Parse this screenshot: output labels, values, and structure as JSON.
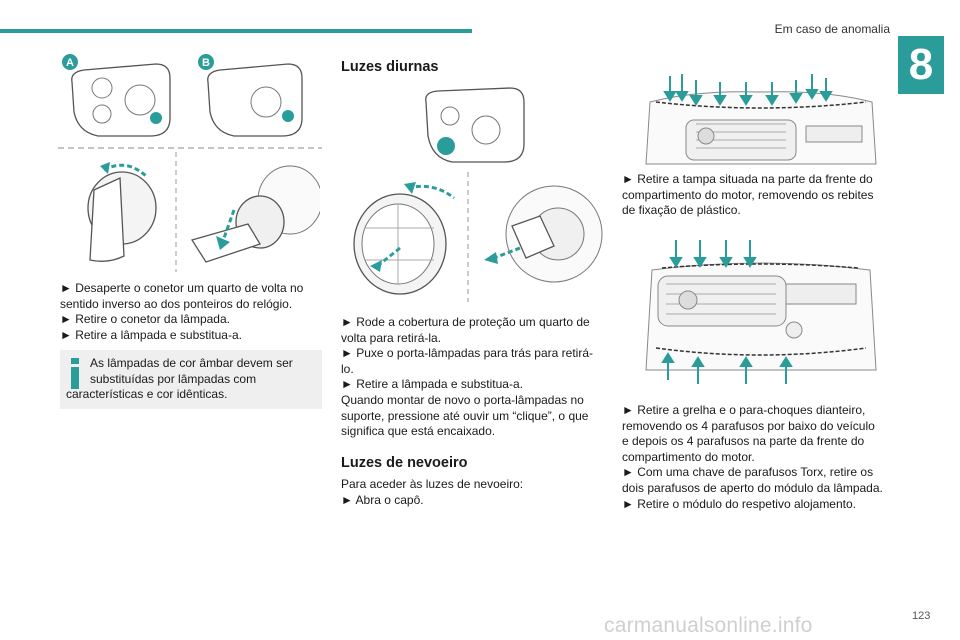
{
  "header": {
    "section_title": "Em caso de anomalia",
    "chapter_number": "8"
  },
  "col1": {
    "label_a": "A",
    "label_b": "B",
    "steps": [
      "► Desaperte o conetor um quarto de volta no sentido inverso ao dos ponteiros do relógio.",
      "► Retire o conetor da lâmpada.",
      "► Retire a lâmpada e substitua-a."
    ],
    "note_line1": "As lâmpadas de cor âmbar devem ser",
    "note_line2": "substituídas por lâmpadas com",
    "note_line3": "características e cor idênticas."
  },
  "col2": {
    "heading_day": "Luzes diurnas",
    "steps": [
      "► Rode a cobertura de proteção um quarto de volta para retirá-la.",
      "► Puxe o porta-lâmpadas para trás para retirá-lo.",
      "► Retire a lâmpada e substitua-a.",
      "Quando montar de novo o porta-lâmpadas no suporte, pressione até ouvir um “clique”, o que significa que está encaixado."
    ],
    "heading_fog": "Luzes de nevoeiro",
    "fog_intro": "Para aceder às luzes de nevoeiro:",
    "fog_step": "► Abra o capô."
  },
  "col3": {
    "step1": "► Retire a tampa situada na parte da frente do compartimento do motor, removendo os rebites de fixação de plástico.",
    "steps2": [
      "► Retire a grelha e o para-choques dianteiro, removendo os 4 parafusos por baixo do veículo e depois os 4 parafusos na parte da frente do compartimento do motor.",
      "► Com uma chave de parafusos Torx, retire os dois parafusos de aperto do módulo da lâmpada.",
      "► Retire o módulo do respetivo alojamento."
    ]
  },
  "footer": {
    "page_number": "123",
    "watermark": "carmanualsonline.info"
  },
  "colors": {
    "accent": "#2a9d9a",
    "note_bg": "#efefef",
    "line": "#555555"
  }
}
